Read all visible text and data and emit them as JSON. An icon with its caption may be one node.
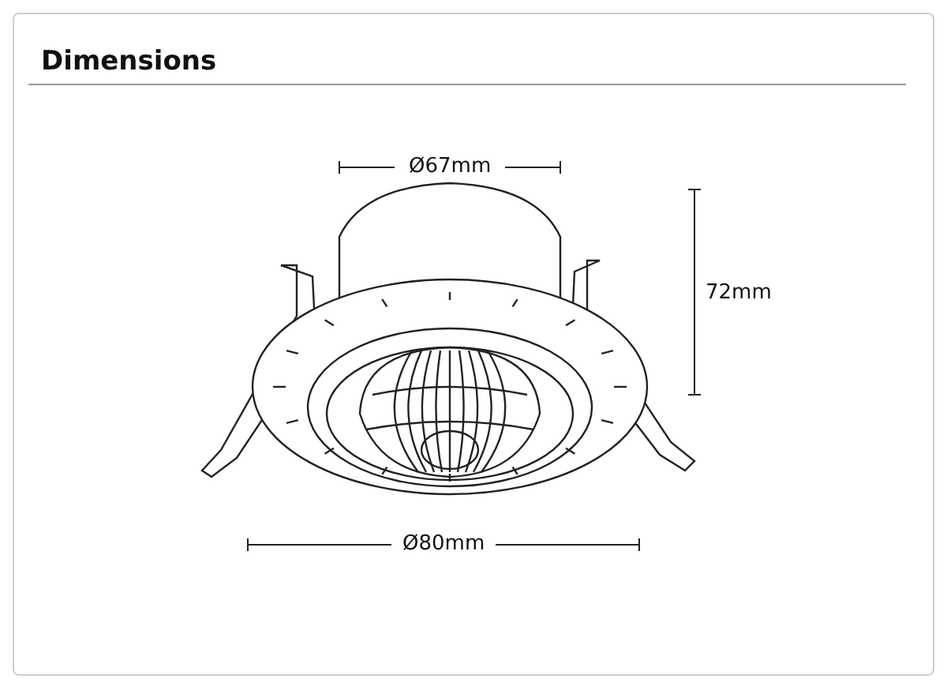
{
  "diagram": {
    "title": "Dimensions",
    "labels": [
      "Ø67mm",
      "72mm",
      "Ø80mm"
    ]
  }
}
